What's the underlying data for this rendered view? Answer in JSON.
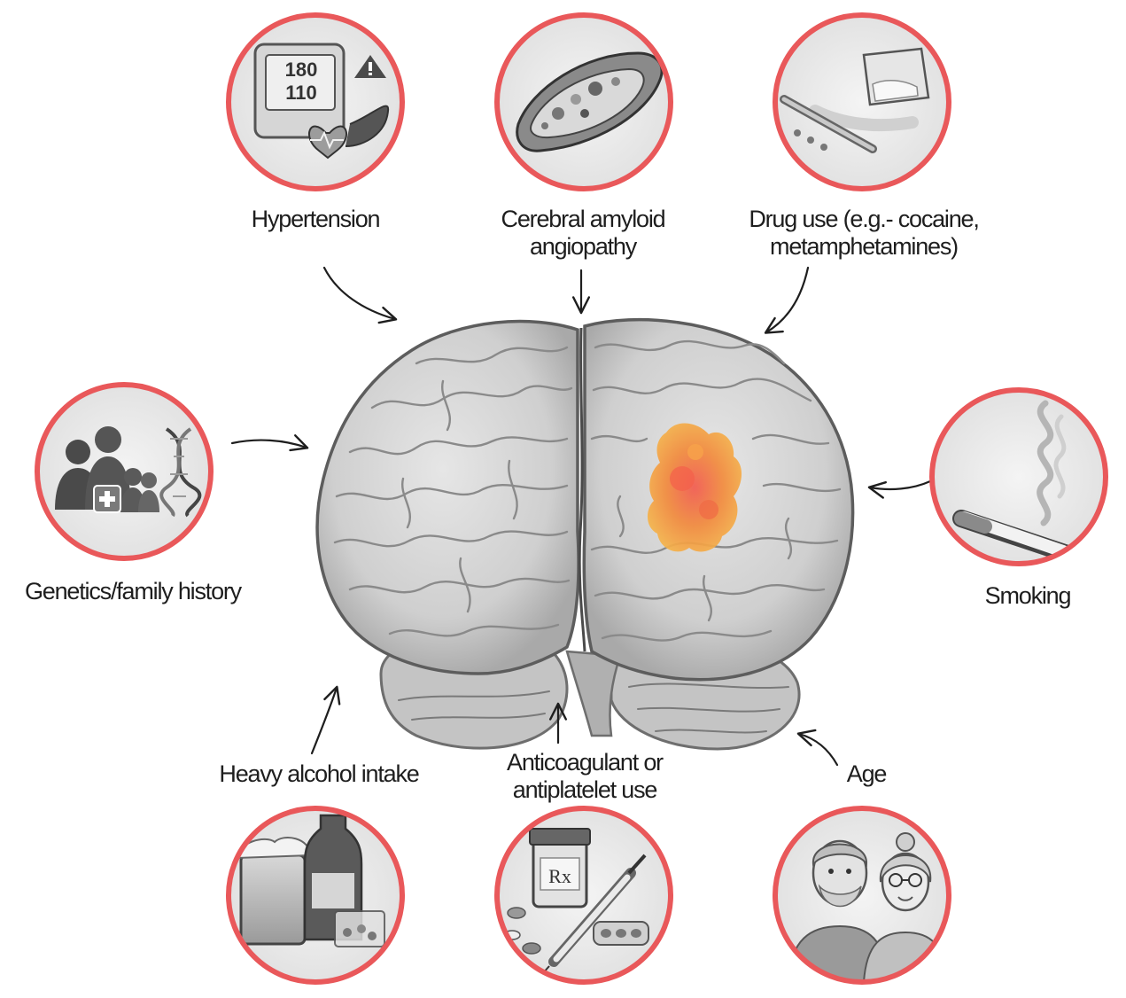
{
  "center": {
    "name": "brain-with-hemorrhage"
  },
  "factors": [
    {
      "id": "hypertension",
      "lines": [
        "Hypertension"
      ],
      "icon": "blood-pressure-monitor-icon"
    },
    {
      "id": "amyloid",
      "lines": [
        "Cerebral amyloid",
        "angiopathy"
      ],
      "icon": "blood-vessel-plaque-icon"
    },
    {
      "id": "drugs",
      "lines": [
        "Drug use (e.g.- cocaine,",
        "metamphetamines)"
      ],
      "icon": "drug-powder-icon"
    },
    {
      "id": "genetics",
      "lines": [
        "Genetics/family history"
      ],
      "icon": "family-dna-icon"
    },
    {
      "id": "smoking",
      "lines": [
        "Smoking"
      ],
      "icon": "cigarette-icon"
    },
    {
      "id": "alcohol",
      "lines": [
        "Heavy alcohol intake"
      ],
      "icon": "alcohol-icon"
    },
    {
      "id": "anticoagulant",
      "lines": [
        "Anticoagulant or",
        "antiplatelet use"
      ],
      "icon": "medication-syringe-icon"
    },
    {
      "id": "age",
      "lines": [
        "Age"
      ],
      "icon": "elderly-couple-icon"
    }
  ],
  "icon_text": {
    "bp_systolic": "180",
    "bp_diastolic": "110",
    "prescription": "Rx"
  },
  "colors": {
    "ring": "#e9585a",
    "hemorrhage": "#f07a3a",
    "text": "#1e1e1e"
  }
}
